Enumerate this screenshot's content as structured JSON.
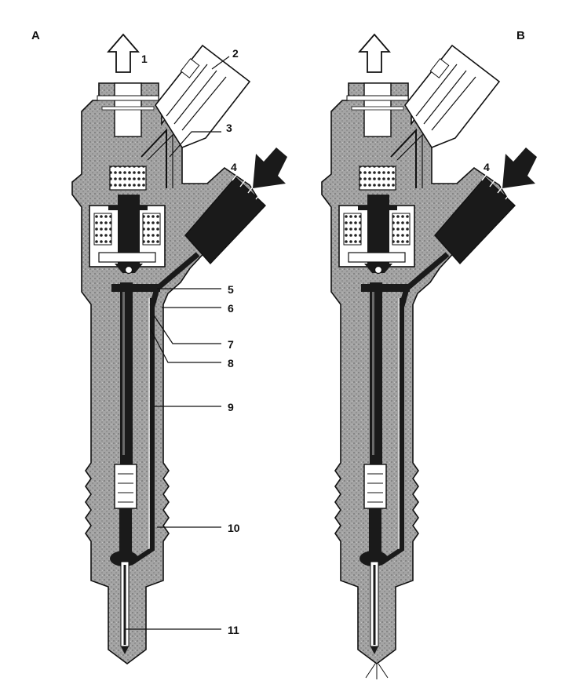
{
  "panels": {
    "a": {
      "letter": "A"
    },
    "b": {
      "letter": "B"
    }
  },
  "callouts": {
    "a": [
      "1",
      "2",
      "3",
      "4",
      "5",
      "6",
      "7",
      "8",
      "9",
      "10",
      "11"
    ],
    "b": [
      "4"
    ]
  },
  "colors": {
    "body": "#9a9a9a",
    "body_dark": "#5a5a5a",
    "ink": "#111111",
    "channel": "#1a1a1a",
    "paper": "#ffffff"
  },
  "icons": {
    "return_flow": "hollow-up-arrow-icon",
    "fuel_inlet": "solid-diagonal-arrow-icon"
  }
}
